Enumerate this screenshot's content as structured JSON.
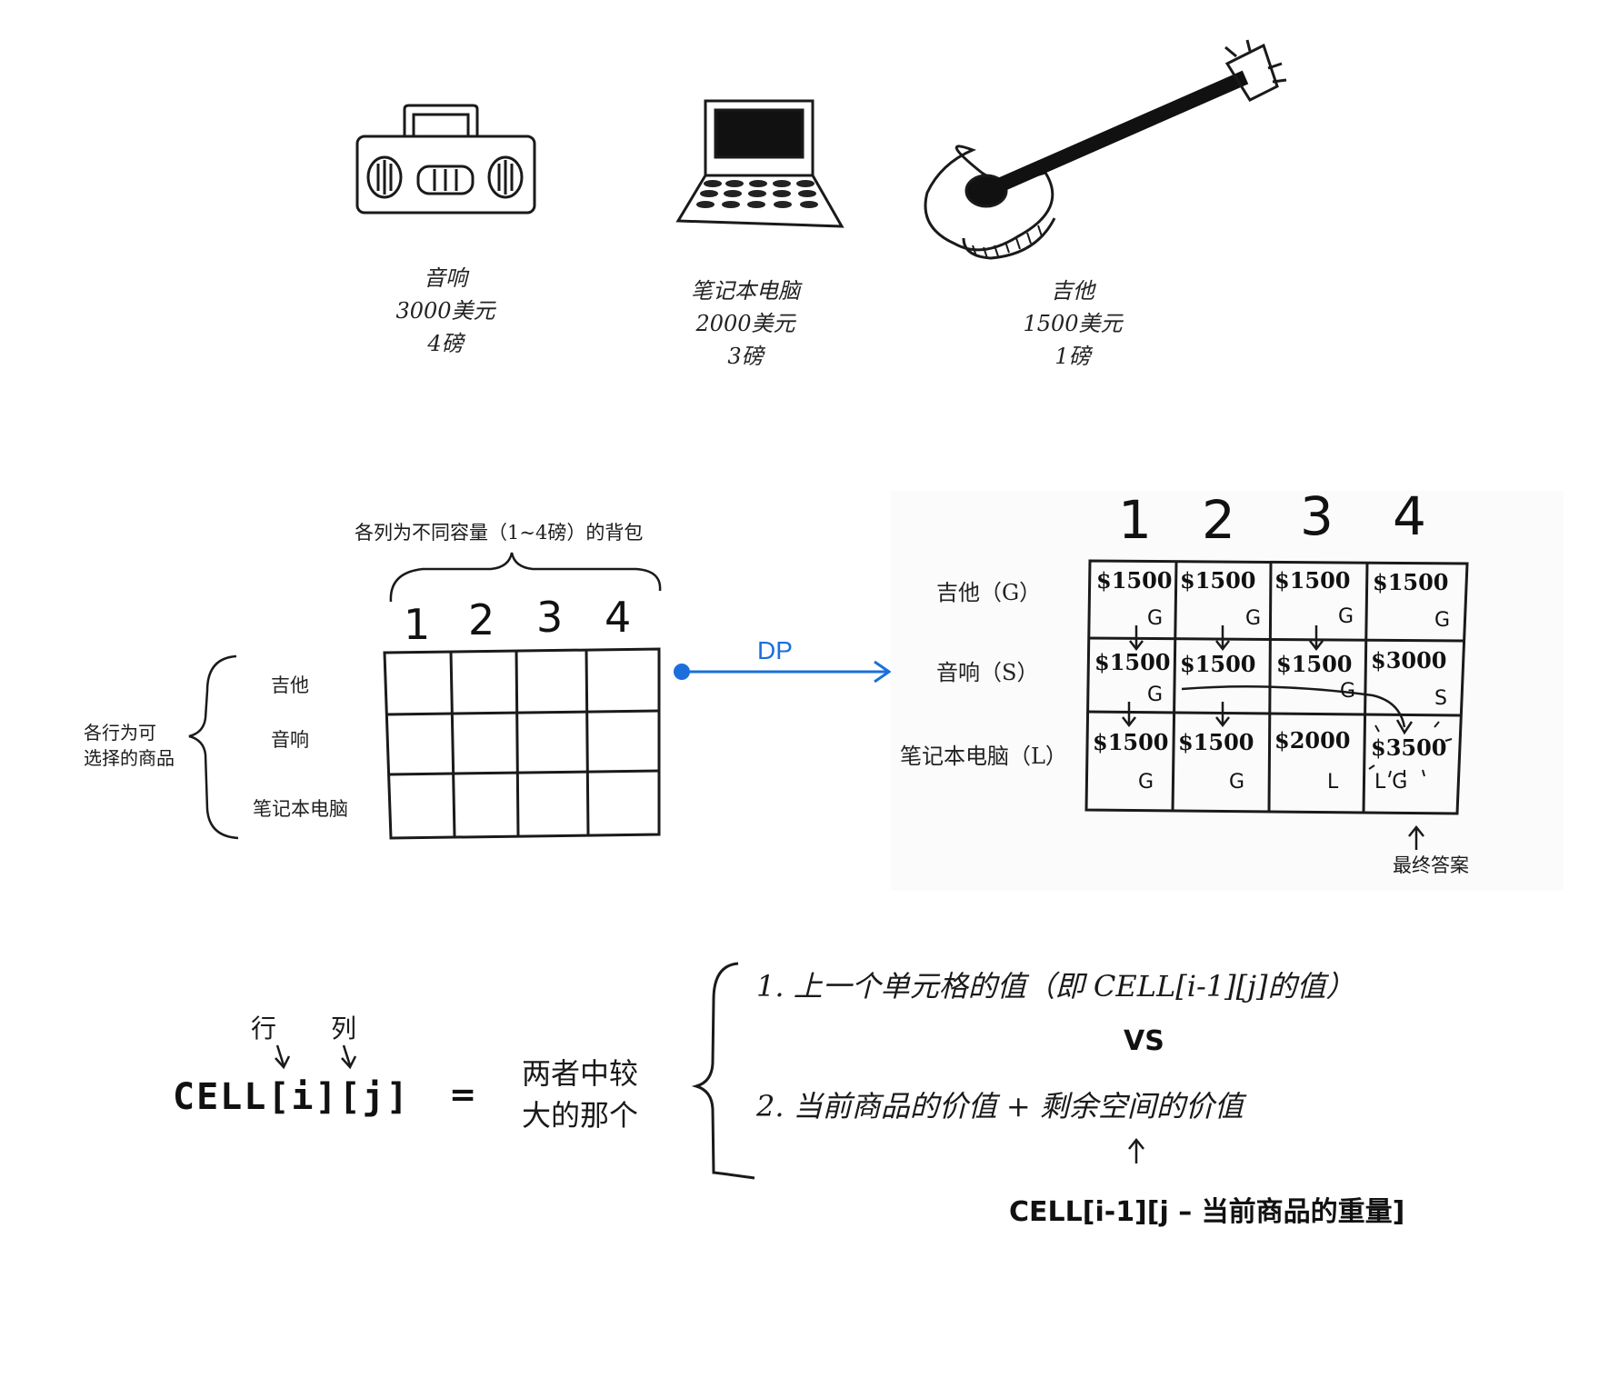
{
  "items": [
    {
      "name": "音响",
      "price": "3000美元",
      "weight": "4磅"
    },
    {
      "name": "笔记本电脑",
      "price": "2000美元",
      "weight": "3磅"
    },
    {
      "name": "吉他",
      "price": "1500美元",
      "weight": "1磅"
    }
  ],
  "empty_grid": {
    "columns_caption": "各列为不同容量（1~4磅）的背包",
    "rows_caption_line1": "各行为可",
    "rows_caption_line2": "选择的商品",
    "col_headers": [
      "1",
      "2",
      "3",
      "4"
    ],
    "row_labels": [
      "吉他",
      "音响",
      "笔记本电脑"
    ]
  },
  "arrow_label": "DP",
  "filled_grid": {
    "col_headers": [
      "1",
      "2",
      "3",
      "4"
    ],
    "row_labels": [
      "吉他（G）",
      "音响（S）",
      "笔记本电脑（L）"
    ],
    "cells": [
      [
        {
          "v": "$1500",
          "t": "G"
        },
        {
          "v": "$1500",
          "t": "G"
        },
        {
          "v": "$1500",
          "t": "G"
        },
        {
          "v": "$1500",
          "t": "G"
        }
      ],
      [
        {
          "v": "$1500",
          "t": "G"
        },
        {
          "v": "$1500",
          "t": ""
        },
        {
          "v": "$1500",
          "t": "G"
        },
        {
          "v": "$3000",
          "t": "S"
        }
      ],
      [
        {
          "v": "$1500",
          "t": "G"
        },
        {
          "v": "$1500",
          "t": "G"
        },
        {
          "v": "$2000",
          "t": "L"
        },
        {
          "v": "$3500",
          "t": "L G"
        }
      ]
    ],
    "final_answer": "最终答案"
  },
  "formula": {
    "row_label": "行",
    "col_label": "列",
    "cell": "CELL[i][j]",
    "equals": "=",
    "max_line1": "两者中较",
    "max_line2": "大的那个",
    "option1": "1. 上一个单元格的值（即 CELL[i-1][j]的值）",
    "vs": "VS",
    "option2": "2. 当前商品的价值 + 剩余空间的价值",
    "remainder": "CELL[i-1][j – 当前商品的重量]"
  },
  "colors": {
    "ink": "#1a1a1a",
    "arrow": "#1a6fdc"
  }
}
